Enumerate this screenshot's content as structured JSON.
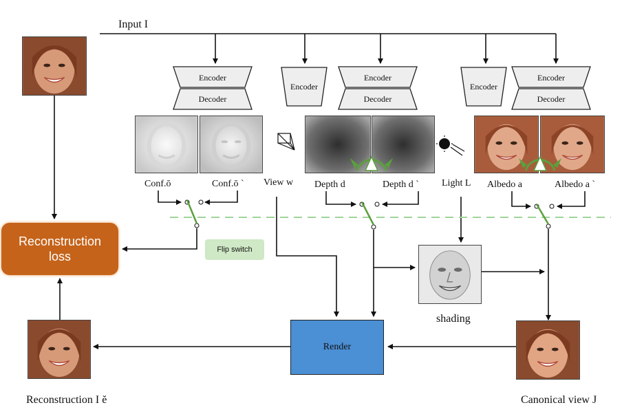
{
  "input_label": "Input I",
  "encoder_label": "Encoder",
  "decoder_label": "Decoder",
  "labels": {
    "conf": "Conf.ō",
    "conf_flip": "Conf.ō `",
    "view": "View w",
    "depth": "Depth d",
    "depth_flip": "Depth d `",
    "light": "Light L",
    "albedo": "Albedo a",
    "albedo_flip": "Albedo a `"
  },
  "reconstruction_loss": [
    "Reconstruction",
    "loss"
  ],
  "flip_switch": "Flip switch",
  "shading": "shading",
  "render": "Render",
  "reconstruction_output": "Reconstruction I ĕ",
  "canonical_view": "Canonical view J",
  "colors": {
    "loss_box": "#c5631a",
    "render_box": "#4b8fd4",
    "flip_switch_box": "#cfe8c5",
    "dashed_line": "#9fd49a",
    "switch_green": "#5aa03c"
  }
}
